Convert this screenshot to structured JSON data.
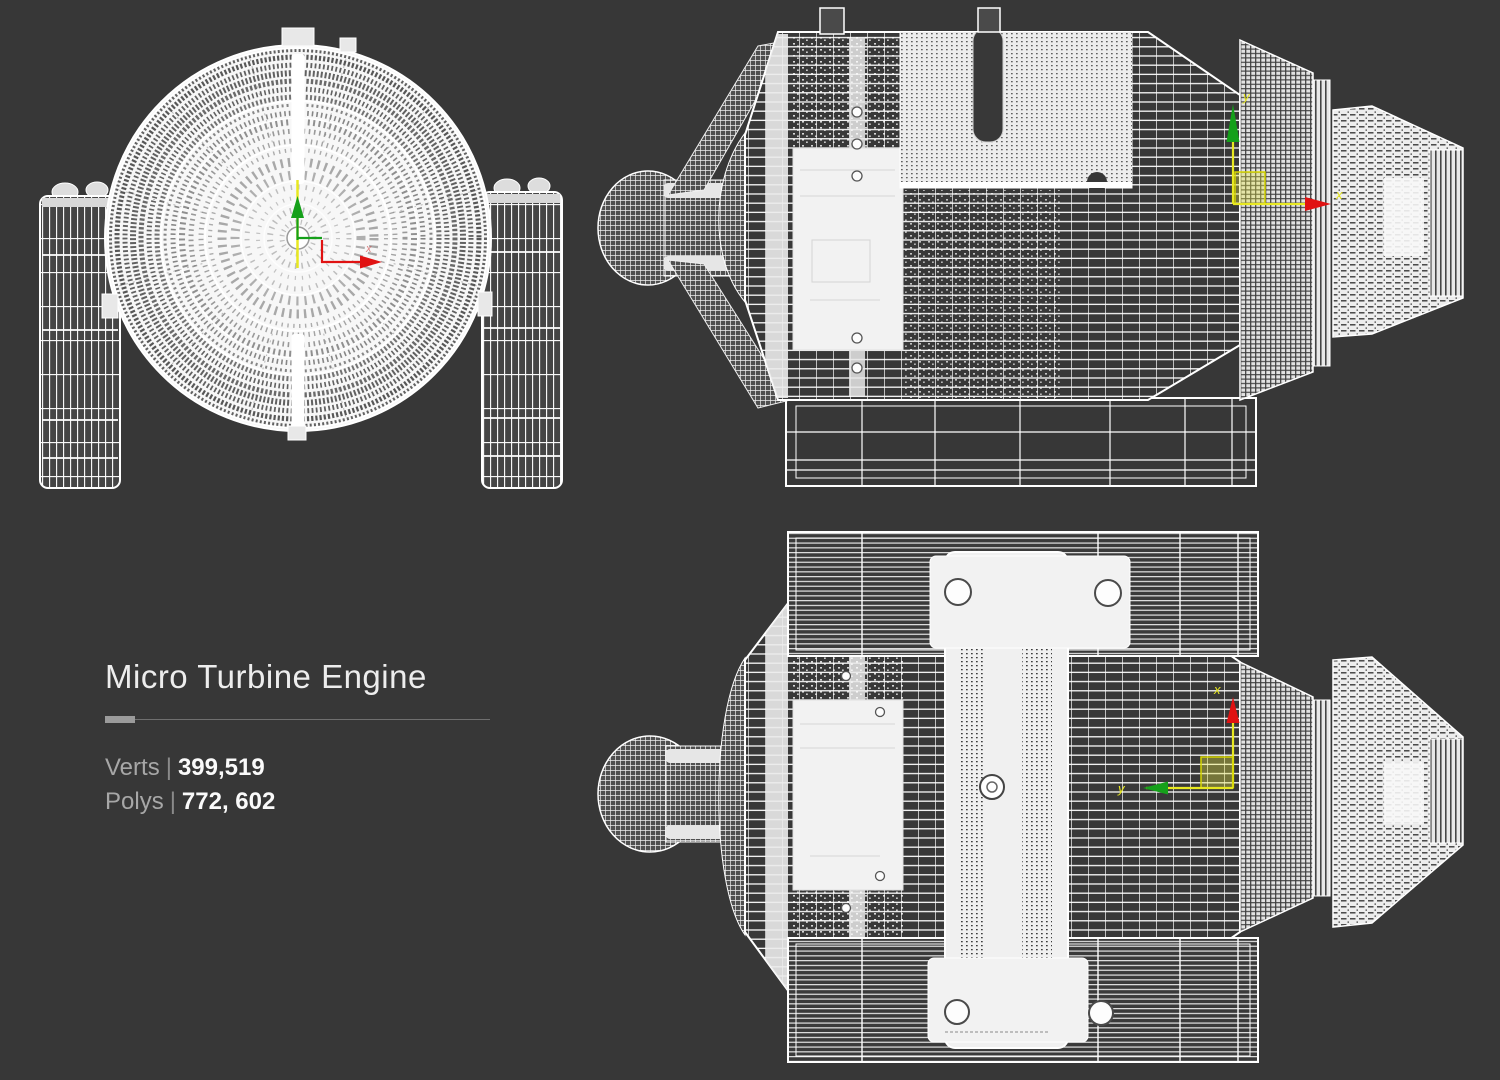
{
  "window": {
    "background_color": "#373737",
    "wireframe_color": "#ffffff"
  },
  "model_info": {
    "title": "Micro Turbine Engine",
    "stats": [
      {
        "label": "Verts",
        "separator": "|",
        "value": "399,519"
      },
      {
        "label": "Polys",
        "separator": "|",
        "value": "772, 602"
      }
    ]
  },
  "viewport": {
    "views": [
      {
        "id": "front-view"
      },
      {
        "id": "side-view"
      },
      {
        "id": "top-view"
      }
    ],
    "gizmo": {
      "x_label": "x",
      "y_label": "y"
    },
    "colors": {
      "axis_x_red": "#e01212",
      "axis_y_green": "#15a01a",
      "gizmo_yellow": "#e8e820",
      "text_muted": "#a7a7a7",
      "text_bright": "#fafafa"
    }
  }
}
